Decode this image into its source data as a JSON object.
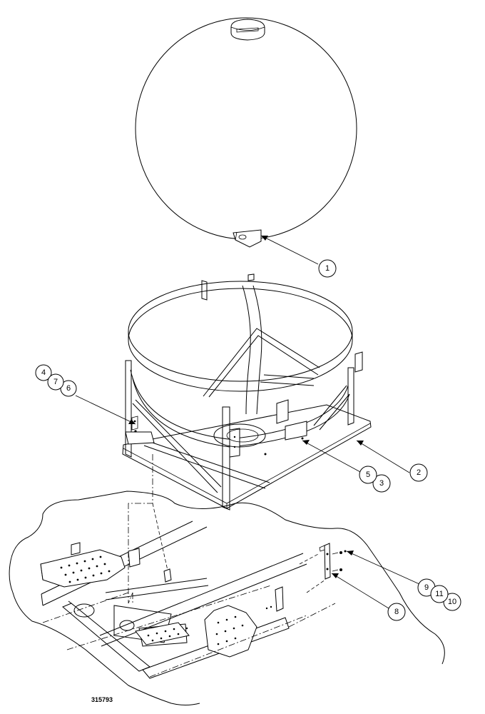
{
  "figure_number": "315793",
  "callouts": [
    {
      "id": "c1",
      "label": "1"
    },
    {
      "id": "c2",
      "label": "2"
    },
    {
      "id": "c3",
      "label": "3"
    },
    {
      "id": "c4",
      "label": "4"
    },
    {
      "id": "c5",
      "label": "5"
    },
    {
      "id": "c6",
      "label": "6"
    },
    {
      "id": "c7",
      "label": "7"
    },
    {
      "id": "c8",
      "label": "8"
    },
    {
      "id": "c9",
      "label": "9"
    },
    {
      "id": "c10",
      "label": "10"
    },
    {
      "id": "c11",
      "label": "11"
    }
  ]
}
